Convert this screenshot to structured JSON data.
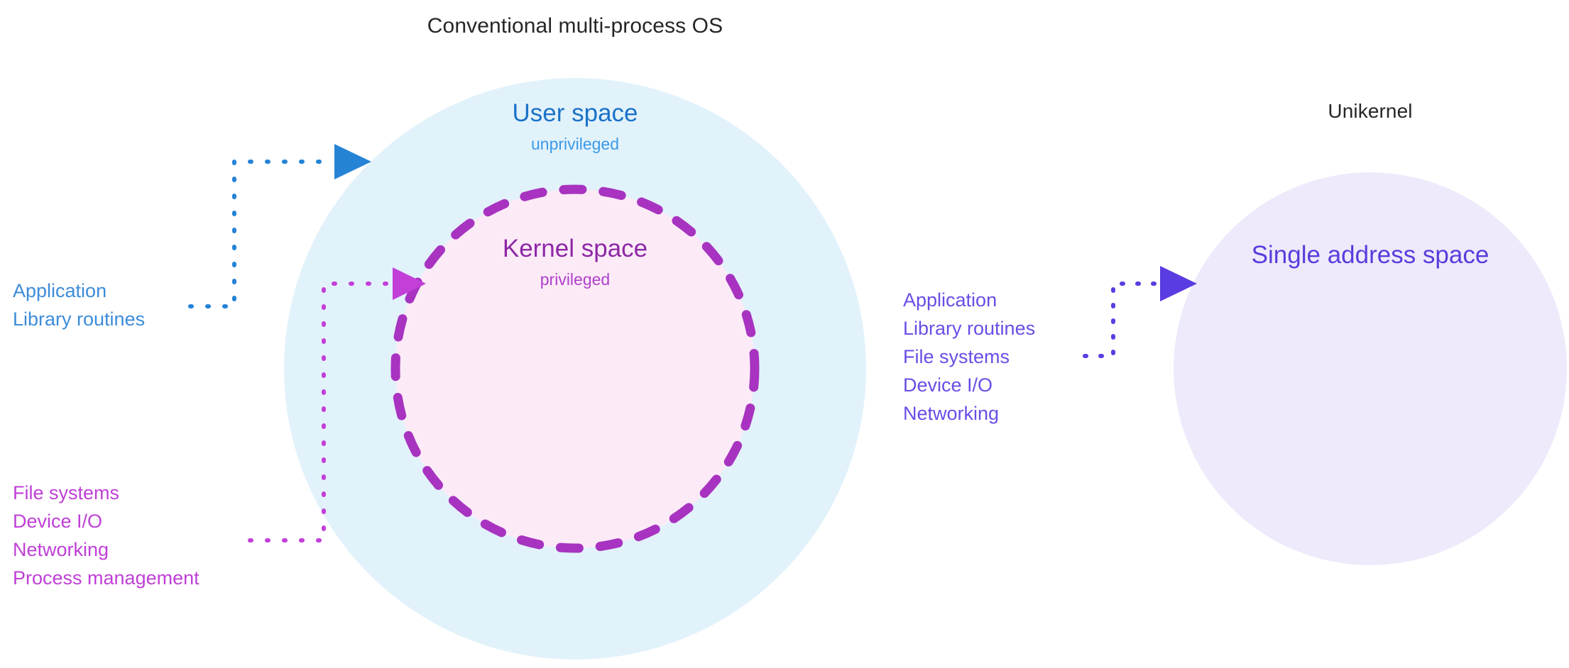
{
  "diagram": {
    "left_panel": {
      "title": "Conventional multi-process OS",
      "outer_circle": {
        "label": "User space",
        "sublabel": "unprivileged",
        "fill": "#e2f2fb",
        "text_color": "#1a72c8",
        "sub_color": "#3c9ae6"
      },
      "inner_circle": {
        "label": "Kernel space",
        "sublabel": "privileged",
        "fill": "#fcebf7",
        "border_color": "#a833c0",
        "text_color": "#8d28a6",
        "sub_color": "#b03ecd"
      },
      "user_space_items": {
        "color": "#3d8cd9",
        "items": [
          "Application",
          "Library routines"
        ]
      },
      "kernel_space_items": {
        "color": "#bf3fd6",
        "items": [
          "File systems",
          "Device I/O",
          "Networking",
          "Process management"
        ]
      }
    },
    "right_panel": {
      "title": "Unikernel",
      "circle": {
        "label": "Single address space",
        "fill": "#eeeafb",
        "text_color": "#5a3cdd"
      },
      "items": {
        "color": "#6a4de5",
        "items": [
          "Application",
          "Library routines",
          "File systems",
          "Device I/O",
          "Networking"
        ]
      }
    },
    "connectors": [
      {
        "name": "user-space-connector",
        "color": "#2583d6"
      },
      {
        "name": "kernel-space-connector",
        "color": "#c23fd8"
      },
      {
        "name": "unikernel-connector",
        "color": "#5b3ce2"
      }
    ],
    "background": "#ffffff",
    "title_color": "#262626"
  }
}
